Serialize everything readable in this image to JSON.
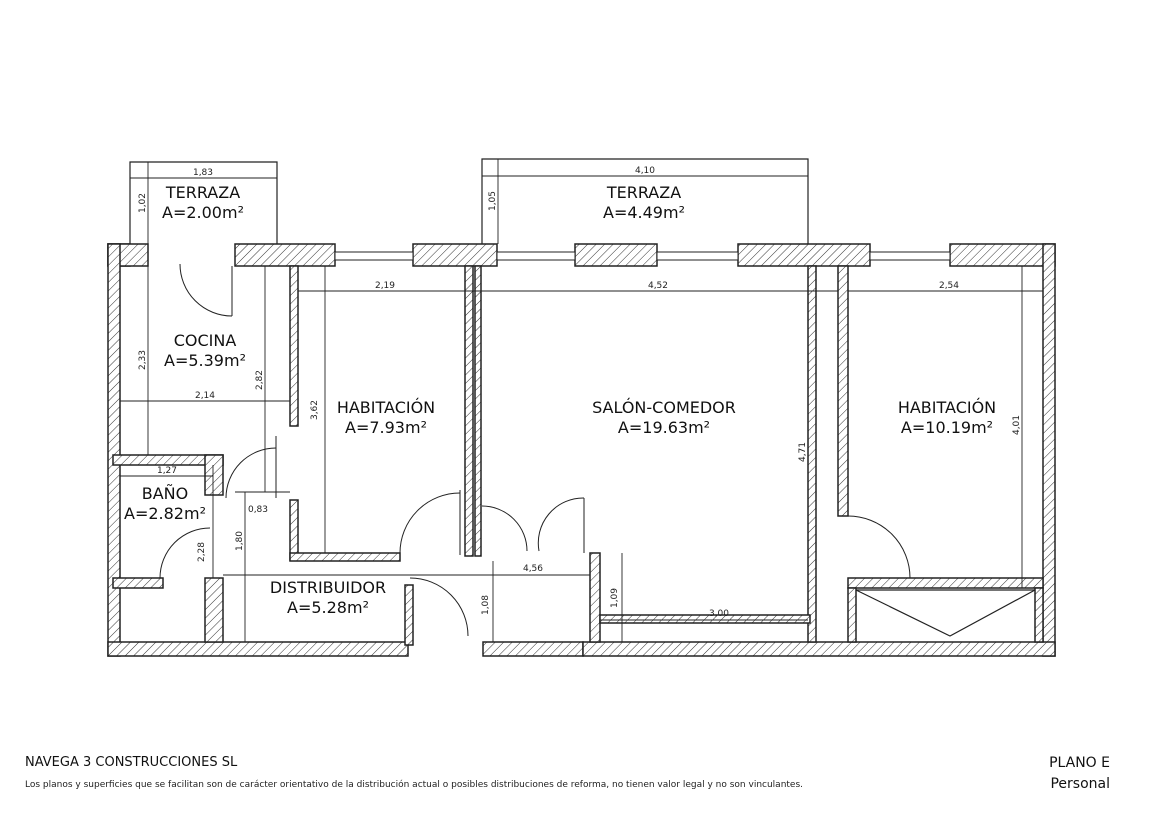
{
  "rooms": {
    "terraza_left": {
      "name": "TERRAZA",
      "area": "A=2.00m²"
    },
    "terraza_right": {
      "name": "TERRAZA",
      "area": "A=4.49m²"
    },
    "cocina": {
      "name": "COCINA",
      "area": "A=5.39m²"
    },
    "habitacion_1": {
      "name": "HABITACIÓN",
      "area": "A=7.93m²"
    },
    "salon": {
      "name": "SALÓN-COMEDOR",
      "area": "A=19.63m²"
    },
    "habitacion_2": {
      "name": "HABITACIÓN",
      "area": "A=10.19m²"
    },
    "bano": {
      "name": "BAÑO",
      "area": "A=2.82m²"
    },
    "distribuidor": {
      "name": "DISTRIBUIDOR",
      "area": "A=5.28m²"
    }
  },
  "dimensions": {
    "terraza_left_w": "1,83",
    "terraza_left_h": "1,02",
    "terraza_right_w": "4,10",
    "terraza_right_h": "1,05",
    "cocina_h": "2,33",
    "cocina_w": "2,14",
    "cocina_h2": "2,82",
    "hab1_w": "2,19",
    "hab1_h": "3,62",
    "salon_w": "4,52",
    "salon_h": "4,71",
    "hab2_w": "2,54",
    "hab2_h": "4,01",
    "bano_w": "1,27",
    "door_w": "0,83",
    "bano_h": "2,28",
    "distrib_h": "1,80",
    "distrib_w": "4,56",
    "distrib_h2": "1,08",
    "salon_lower_h": "1,09",
    "salon_lower_w": "3,00"
  },
  "footer": {
    "company": "NAVEGA 3 CONSTRUCCIONES SL",
    "disclaimer": "Los planos y superficies que se facilitan son de carácter orientativo de la distribución actual o posibles distribuciones de reforma, no tienen valor legal y no son vinculantes.",
    "plan_title": "PLANO E",
    "plan_subtitle": "Personal"
  }
}
